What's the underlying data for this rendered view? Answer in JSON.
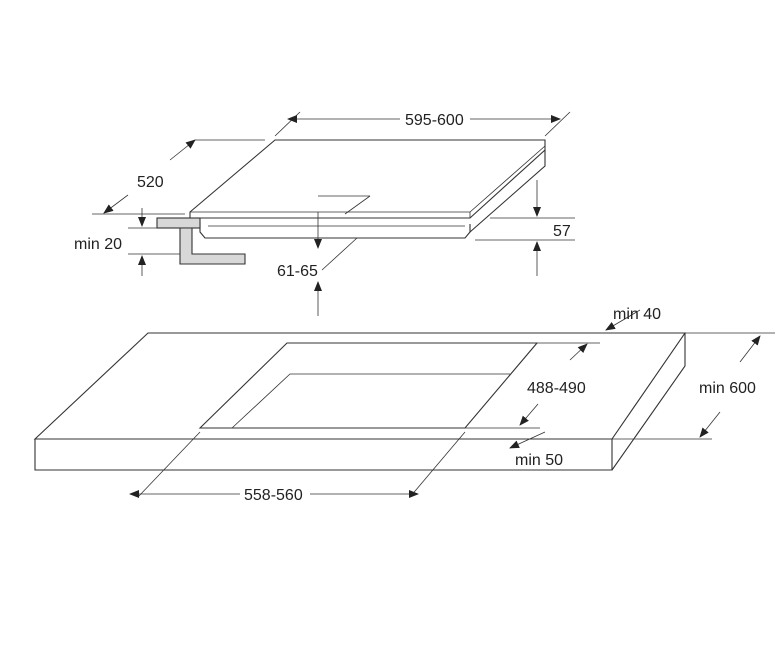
{
  "hob": {
    "width_label": "595-600",
    "depth_label": "520",
    "height_label": "57",
    "min_clearance_label": "min 20",
    "cutout_depth_label": "61-65"
  },
  "worktop": {
    "min_back_label": "min 40",
    "cutout_depth_label": "488-490",
    "min_depth_label": "min 600",
    "min_front_label": "min 50",
    "cutout_width_label": "558-560"
  },
  "colors": {
    "line": "#333333",
    "bracket_fill": "#d8d8d8",
    "background": "#ffffff"
  }
}
